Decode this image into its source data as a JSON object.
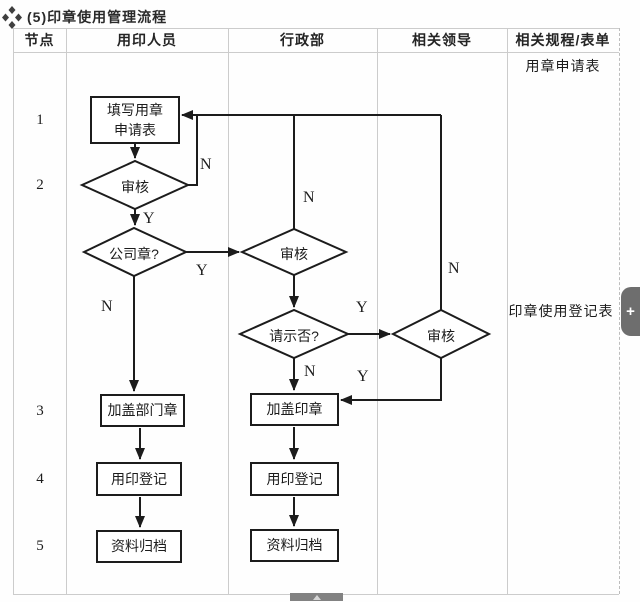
{
  "title": {
    "text": "(5)印章使用管理流程"
  },
  "columns": [
    "节点",
    "用印人员",
    "行政部",
    "相关领导",
    "相关规程/表单"
  ],
  "node_numbers": [
    "1",
    "2",
    "3",
    "4",
    "5"
  ],
  "steps": {
    "fill_form": "填写用章申请表",
    "review": "审核",
    "company_seal_q": "公司章?",
    "ask_leader_q": "请示否?",
    "stamp_dept": "加盖部门章",
    "stamp_admin": "加盖印章",
    "register": "用印登记",
    "archive": "资料归档"
  },
  "branch": {
    "yes": "Y",
    "no": "N"
  },
  "forms": {
    "application": "用章申请表",
    "registration": "印章使用登记表"
  },
  "widgets": {
    "side_tab_label": "+"
  }
}
